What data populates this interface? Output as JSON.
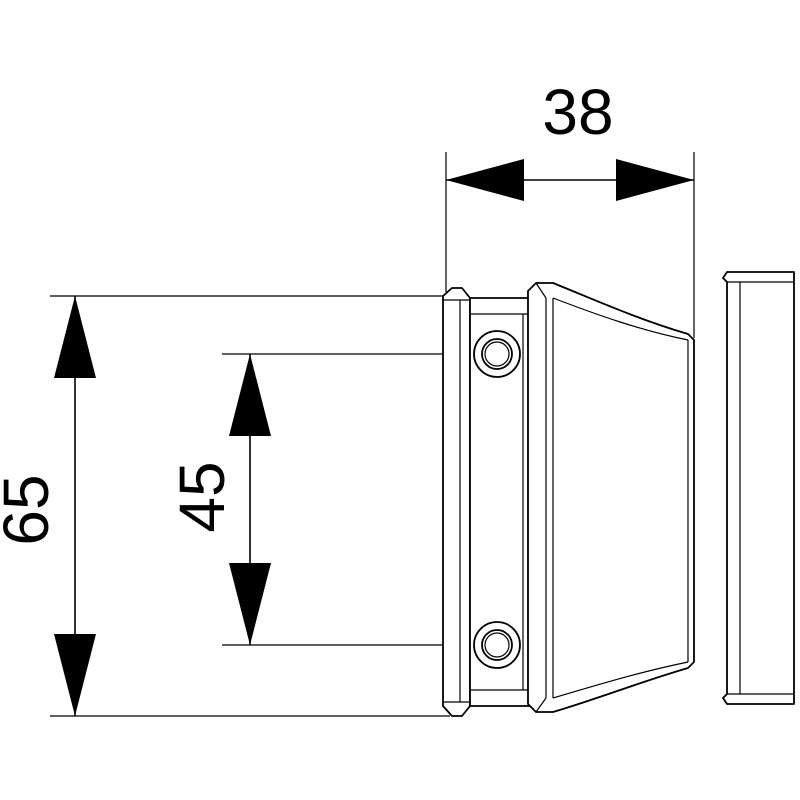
{
  "dimensions": {
    "width_label": "38",
    "total_height_label": "65",
    "hole_spacing_label": "45"
  }
}
